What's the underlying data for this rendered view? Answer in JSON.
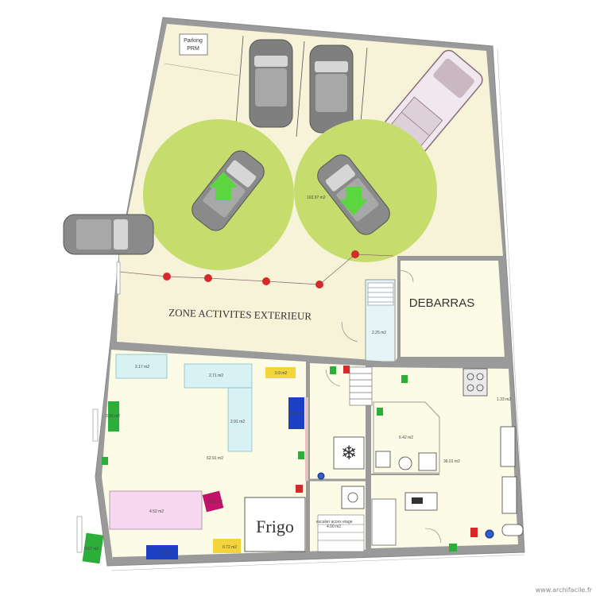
{
  "labels": {
    "parking_prm": [
      "Parking",
      "PRM"
    ],
    "zone_ext": "ZONE ACTIVITES EXTERIEUR",
    "debarras": "DEBARRAS",
    "frigo": "Frigo",
    "escalier": "escalier acces etage",
    "watermark": "www.archifacile.fr"
  },
  "areas": {
    "circle_zone": "103.97 m2",
    "sas": "2.25 m2",
    "t1": "2.17 m2",
    "t2": "2.71 m2",
    "t3": "2.91 m2",
    "t4": "0.9 m2",
    "t5": "0.03 m2",
    "t6": "0.55 m2",
    "t7": "4.52 m2",
    "t8": "0.92 m2",
    "t9": "0.72 m2",
    "t10": "0.91 m2",
    "t11": "0.67 m2",
    "main": "62.91 m2",
    "wc": "6.42 m2",
    "kitchen": "36.01 m2",
    "k1": "1.33 m2",
    "esc": "4.00 m2"
  },
  "colors": {
    "wall": "#9a9a9a",
    "outdoor": "#f6f3d8",
    "indoor": "#fcfce6",
    "circle": "#c6dd6d",
    "arrow": "#5bd63e",
    "table_blue": "#d7f1f4",
    "table_pink": "#f7d7ef",
    "blue": "#1d3fc4",
    "green": "#2cae3a",
    "yellow": "#f3d43a",
    "magenta": "#c2126a",
    "red_dot": "#d42a2a"
  }
}
